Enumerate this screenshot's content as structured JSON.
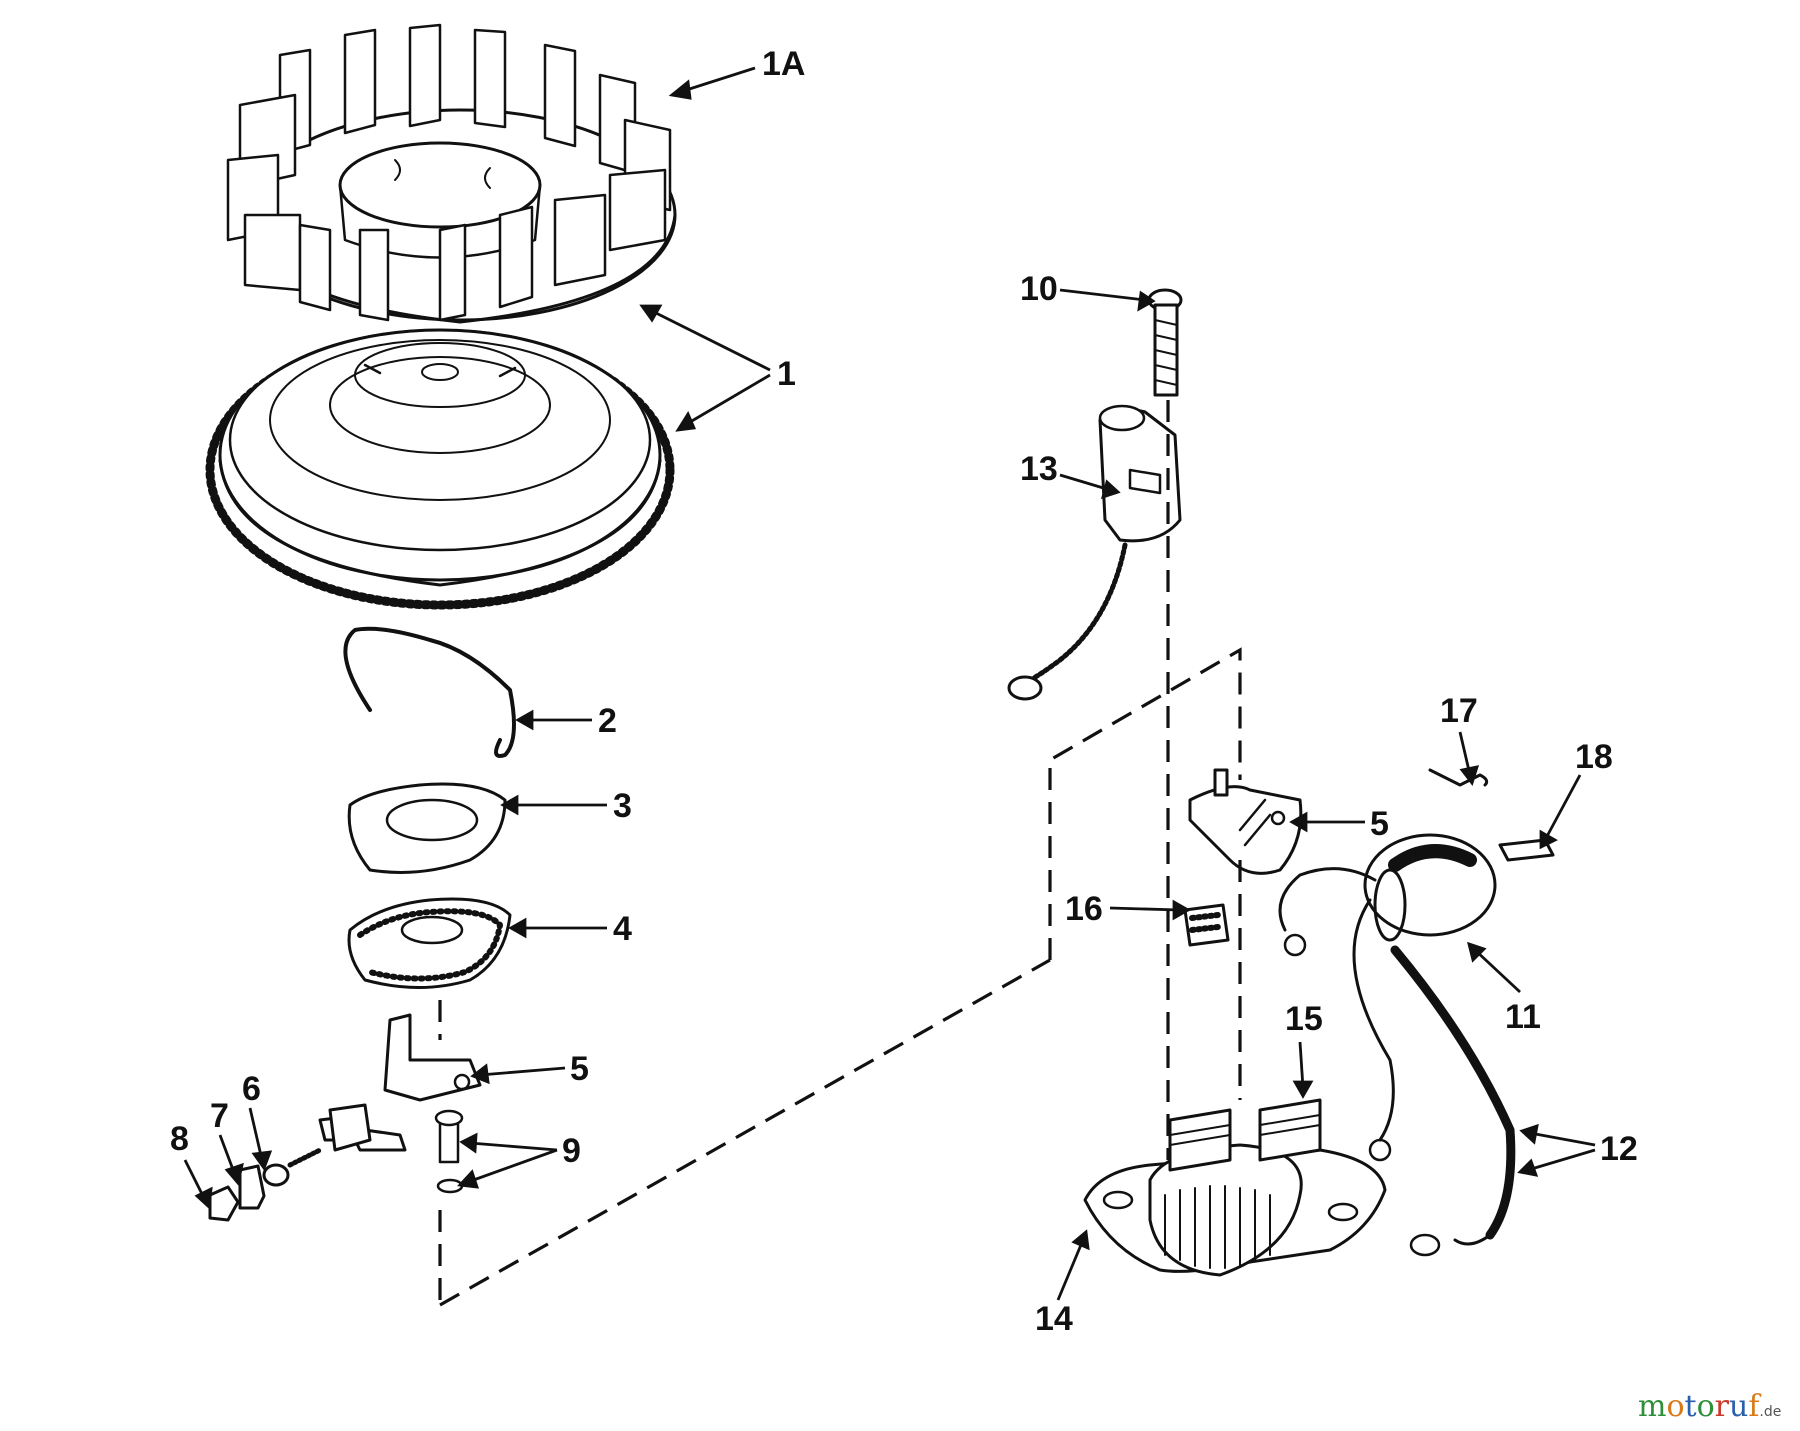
{
  "diagram": {
    "callouts": [
      {
        "id": "1A",
        "label": "1A"
      },
      {
        "id": "1",
        "label": "1"
      },
      {
        "id": "2",
        "label": "2"
      },
      {
        "id": "3",
        "label": "3"
      },
      {
        "id": "4",
        "label": "4"
      },
      {
        "id": "5a",
        "label": "5"
      },
      {
        "id": "5b",
        "label": "5"
      },
      {
        "id": "6",
        "label": "6"
      },
      {
        "id": "7",
        "label": "7"
      },
      {
        "id": "8",
        "label": "8"
      },
      {
        "id": "9",
        "label": "9"
      },
      {
        "id": "10",
        "label": "10"
      },
      {
        "id": "11",
        "label": "11"
      },
      {
        "id": "12",
        "label": "12"
      },
      {
        "id": "13",
        "label": "13"
      },
      {
        "id": "14",
        "label": "14"
      },
      {
        "id": "15",
        "label": "15"
      },
      {
        "id": "16",
        "label": "16"
      },
      {
        "id": "17",
        "label": "17"
      },
      {
        "id": "18",
        "label": "18"
      }
    ]
  },
  "watermark": {
    "parts": [
      "m",
      "o",
      "t",
      "o",
      "r",
      "u",
      "f"
    ],
    "colors": [
      "#2f8f3a",
      "#d97a1a",
      "#2a5fae",
      "#2f8f3a",
      "#c93a2a",
      "#2a5fae",
      "#d97a1a"
    ],
    "suffix": ".de"
  }
}
